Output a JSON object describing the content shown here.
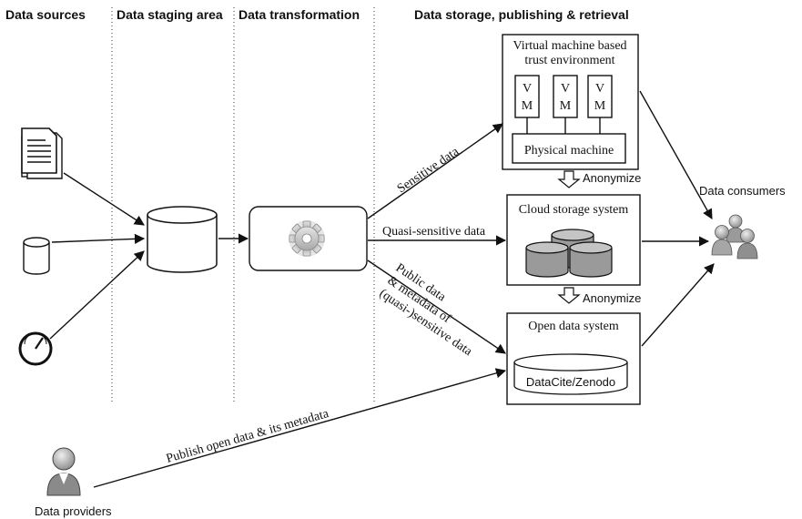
{
  "headers": {
    "sources": "Data sources",
    "staging": "Data staging area",
    "transformation": "Data transformation",
    "storage": "Data storage, publishing & retrieval"
  },
  "vm_env": {
    "title_line1": "Virtual machine based",
    "title_line2": "trust environment",
    "vm_top": "V",
    "vm_bottom": "M",
    "physical": "Physical machine"
  },
  "cloud": {
    "title": "Cloud storage system"
  },
  "open": {
    "title": "Open data system",
    "inner": "DataCite/Zenodo"
  },
  "anonymize_1": "Anonymize",
  "anonymize_2": "Anonymize",
  "edges": {
    "sensitive": "Sensitive data",
    "quasi": "Quasi-sensitive data",
    "public_line1": "Public data",
    "public_line2": "& metadata of",
    "public_line3": "(quasi-)sensitive data",
    "publish": "Publish open data & its metadata"
  },
  "actors": {
    "consumers": "Data consumers",
    "providers": "Data providers"
  },
  "icons": [
    "document-icon",
    "database-icon",
    "gauge-icon",
    "gear-icon",
    "person-icon",
    "people-group-icon"
  ]
}
